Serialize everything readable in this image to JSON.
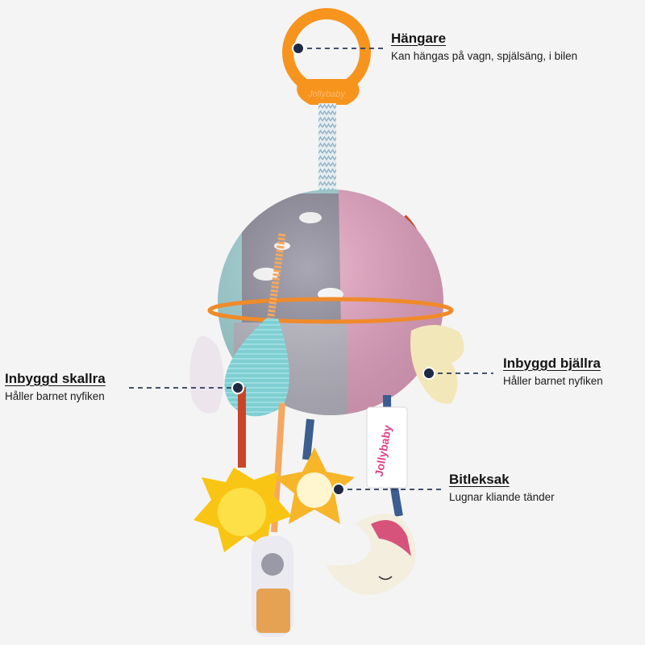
{
  "callouts": {
    "hanger": {
      "title": "Hängare",
      "desc": "Kan hängas på vagn, spjälsäng, i bilen"
    },
    "rattle": {
      "title": "Inbyggd skallra",
      "desc": "Håller barnet nyfiken"
    },
    "bell": {
      "title": "Inbyggd bjällra",
      "desc": "Håller barnet nyfiken"
    },
    "teether": {
      "title": "Bitleksak",
      "desc": "Lugnar kliande tänder"
    }
  },
  "product": {
    "brand_text": "Jollybaby"
  },
  "colors": {
    "background": "#f4f4f4",
    "hanger_ring": "#f7941d",
    "ball_pink": "#e6a3c2",
    "ball_gray": "#8c8a9a",
    "ball_teal": "#9fd3d6",
    "star_yellow": "#f9c514",
    "callout_line": "#2b3a5a",
    "callout_dot": "#1e2a44"
  },
  "icons": [
    "hanger-ring-icon",
    "cloud-icon",
    "star-teether-icon",
    "sun-teether-icon",
    "moon-plush-icon",
    "koala-plush-icon"
  ]
}
